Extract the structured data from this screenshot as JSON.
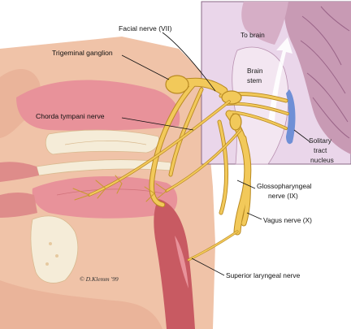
{
  "labels": {
    "facial_nerve": "Facial nerve (VII)",
    "to_brain": "To brain",
    "trigeminal_ganglion": "Trigeminal ganglion",
    "brain_stem_line1": "Brain",
    "brain_stem_line2": "stem",
    "chorda_tympani": "Chorda tympani nerve",
    "solitary_line1": "Solitary",
    "solitary_line2": "tract",
    "solitary_line3": "nucleus",
    "glossopharyngeal_line1": "Glossopharyngeal",
    "glossopharyngeal_line2": "nerve (IX)",
    "vagus": "Vagus nerve (X)",
    "superior_laryngeal": "Superior laryngeal nerve",
    "credit": "© D.Klemm '99"
  },
  "colors": {
    "background": "#ffffff",
    "brain_panel": "#ead6ea",
    "brain_tissue": "#c89ab4",
    "skin": "#f0c3a8",
    "mucosa": "#e8929a",
    "dark_tissue": "#c85a62",
    "bone": "#f5ecd8",
    "nerve": "#f2c95a",
    "nerve_outline": "#b98a22",
    "nucleus": "#6f8fd6"
  }
}
